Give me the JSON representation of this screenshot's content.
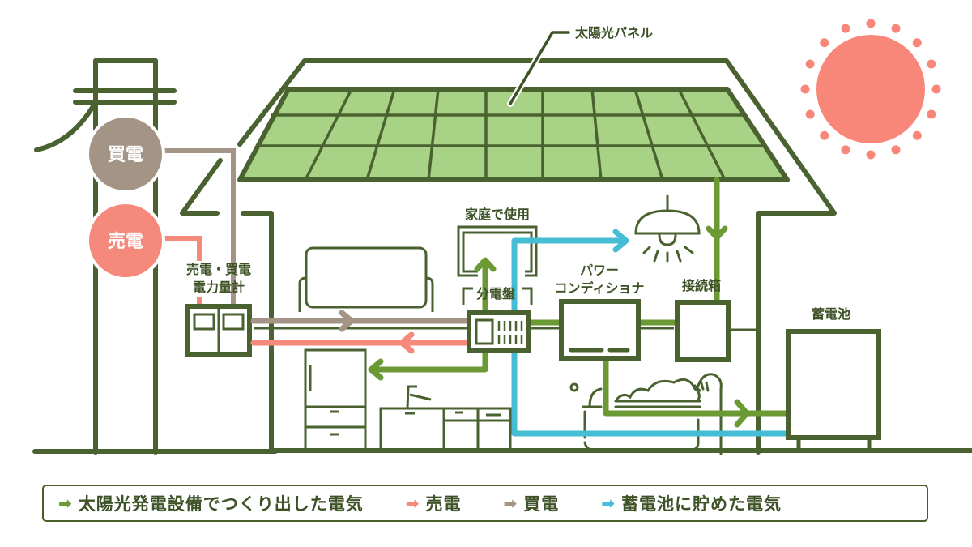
{
  "colors": {
    "outline": "#4a6230",
    "solar": "#6b9a35",
    "sell": "#f58a7c",
    "buy": "#a39485",
    "battery": "#45bdd5",
    "panel_fill": "#a8d285",
    "sun": "#f8877a"
  },
  "labels": {
    "solar_panel": "太陽光パネル",
    "buy_bubble": "買電",
    "sell_bubble": "売電",
    "meter_line1": "売電・買電",
    "meter_line2": "電力量計",
    "home_use": "家庭で使用",
    "distribution_board": "分電盤",
    "power_conditioner_line1": "パワー",
    "power_conditioner_line2": "コンディショナ",
    "junction_box": "接続箱",
    "storage_battery": "蓄電池"
  },
  "legend": [
    {
      "icon": "arrow-right-icon",
      "arrow": "➡",
      "label": "太陽光発電設備でつくり出した電気",
      "color": "#6b9a35"
    },
    {
      "icon": "arrow-right-icon",
      "arrow": "➡",
      "label": "売電",
      "color": "#f58a7c"
    },
    {
      "icon": "arrow-right-icon",
      "arrow": "➡",
      "label": "買電",
      "color": "#a39485"
    },
    {
      "icon": "arrow-right-icon",
      "arrow": "➡",
      "label": "蓄電池に貯めた電気",
      "color": "#45bdd5"
    }
  ]
}
